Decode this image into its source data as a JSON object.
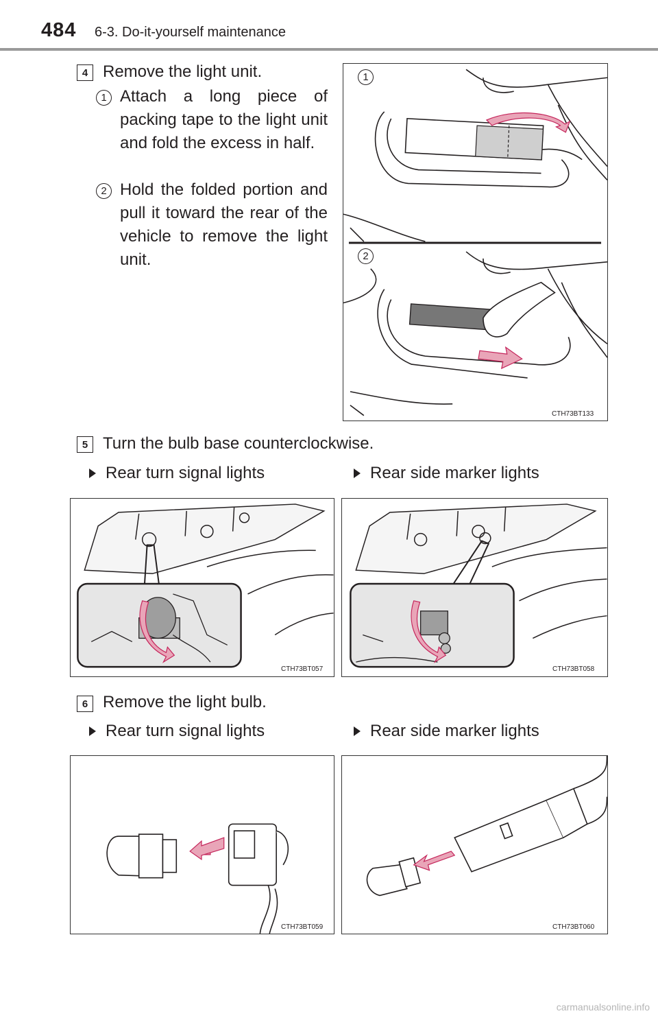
{
  "header": {
    "page_number": "484",
    "section": "6-3. Do-it-yourself maintenance"
  },
  "step4": {
    "badge": "4",
    "title": "Remove the light unit.",
    "sub1_num": "1",
    "sub1_text": "Attach a long piece of packing tape to the light unit and fold the excess in half.",
    "sub2_num": "2",
    "sub2_text": "Hold the folded portion and pull it toward the rear of the vehicle to remove the light unit.",
    "fig_label1": "1",
    "fig_label2": "2",
    "fig_caption": "CTH73BT133"
  },
  "step5": {
    "badge": "5",
    "title": "Turn the bulb base counterclockwise.",
    "left_heading": "Rear turn signal lights",
    "right_heading": "Rear side marker lights",
    "left_caption": "CTH73BT057",
    "right_caption": "CTH73BT058"
  },
  "step6": {
    "badge": "6",
    "title": "Remove the light bulb.",
    "left_heading": "Rear turn signal lights",
    "right_heading": "Rear side marker lights",
    "left_caption": "CTH73BT059",
    "right_caption": "CTH73BT060"
  },
  "footer": {
    "watermark": "carmanualsonline.info"
  },
  "colors": {
    "arrow_pink": "#e9a5b8",
    "arrow_outline": "#c4245a",
    "tape_gray": "#777777",
    "rule_gray": "#9a9a9a"
  }
}
